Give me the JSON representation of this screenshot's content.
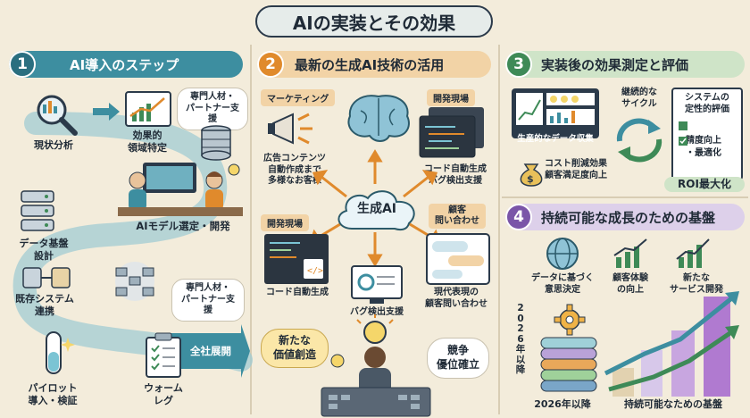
{
  "title": "AIの実装とその効果",
  "section1": {
    "number": "1",
    "header": "AI導入のステップ",
    "current_analysis": "現状分析",
    "effective_area_1": "効果的",
    "effective_area_2": "領域特定",
    "partner_support_top_1": "専門人材・",
    "partner_support_top_2": "パートナー支援",
    "data_infra_1": "データ基盤",
    "data_infra_2": "設計",
    "model_selection": "AIモデル選定・開発",
    "existing_system_1": "既存システム",
    "existing_system_2": "連携",
    "partner_support_mid_1": "専門人材・",
    "partner_support_mid_2": "パートナー支援",
    "pilot_1": "パイロット",
    "pilot_2": "導入・検証",
    "warm_leg_1": "ウォーム",
    "warm_leg_2": "レグ",
    "full_rollout": "全社展開"
  },
  "section2": {
    "number": "2",
    "header": "最新の生成AI技術の活用",
    "marketing_tag": "マーケティング",
    "dev_tag_top": "開発現場",
    "ad_content_1": "広告コンテンツ",
    "ad_content_2": "自動作成まで",
    "ad_content_3": "多様なお客様",
    "code_gen_bug_1": "コード自動生成",
    "code_gen_bug_2": "バグ検出支援",
    "center": "生成AI",
    "dev_tag_bottom": "開発現場",
    "customer_tag_1": "顧客",
    "customer_tag_2": "問い合わせ",
    "code_gen": "コード自動生成",
    "bug_detect": "バグ検出支援",
    "modern_inquiry_1": "現代表現の",
    "modern_inquiry_2": "顧客問い合わせ",
    "new_value_1": "新たな",
    "new_value_2": "価値創造",
    "competitive_1": "競争",
    "competitive_2": "優位確立"
  },
  "section3": {
    "number": "3",
    "header": "実装後の効果測定と評価",
    "productivity": "生産的なデータ収集",
    "cycle_1": "継続的な",
    "cycle_2": "サイクル",
    "qual_eval_1": "システムの",
    "qual_eval_2": "定性的評価",
    "check_1": "精度向上",
    "check_2": "・最適化",
    "cost_1": "コスト削減効果",
    "cost_2": "顧客満足度向上",
    "roi": "ROI最大化"
  },
  "section4": {
    "number": "4",
    "header": "持続可能な成長のための基盤",
    "data_decision_1": "データに基づく",
    "data_decision_2": "意思決定",
    "cx_1": "顧客体験",
    "cx_2": "の向上",
    "new_service_1": "新たな",
    "new_service_2": "サービス開発",
    "vertical_year": "2026年以降",
    "bottom_year": "2026年以降",
    "bottom_label": "持続可能なための基盤"
  },
  "colors": {
    "teal": "#3d8ea0",
    "orange": "#e08a2c",
    "green": "#3e8a57",
    "purple": "#7a55a8"
  }
}
